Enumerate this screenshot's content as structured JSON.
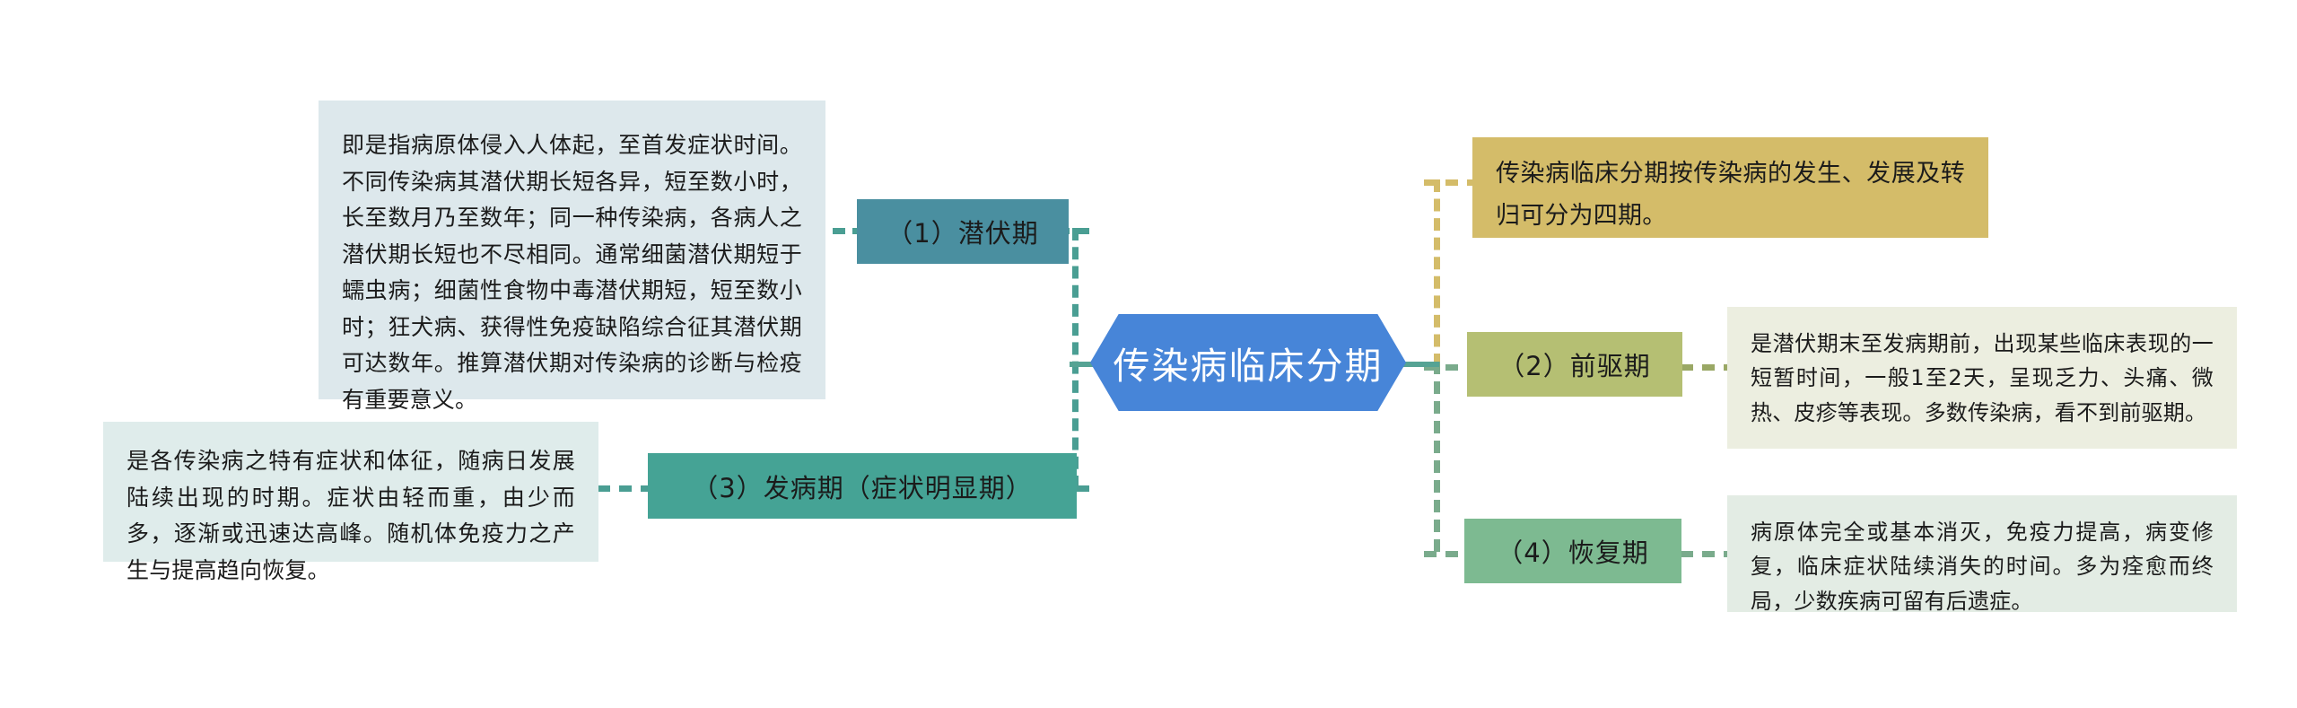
{
  "diagram": {
    "type": "mind-map",
    "center": {
      "label": "传染病临床分期",
      "color": "#4785d8"
    },
    "nodes": [
      {
        "id": "incubation",
        "label": "（1）潜伏期",
        "color": "#4a8fa0",
        "side": "left",
        "description": "即是指病原体侵入人体起，至首发症状时间。不同传染病其潜伏期长短各异，短至数小时，长至数月乃至数年；同一种传染病，各病人之潜伏期长短也不尽相同。通常细菌潜伏期短于蠕虫病；细菌性食物中毒潜伏期短，短至数小时；狂犬病、获得性免疫缺陷综合征其潜伏期可达数年。推算潜伏期对传染病的诊断与检疫有重要意义。",
        "description_color": "#dde8ec"
      },
      {
        "id": "onset",
        "label": "（3）发病期（症状明显期）",
        "color": "#45a395",
        "side": "left",
        "description": "是各传染病之特有症状和体征，随病日发展陆续出现的时期。症状由轻而重，由少而多，逐渐或迅速达高峰。随机体免疫力之产生与提高趋向恢复。",
        "description_color": "#dfeceb"
      },
      {
        "id": "prodromal",
        "label": "（2）前驱期",
        "color": "#b5bf73",
        "side": "right",
        "description": "是潜伏期末至发病期前，出现某些临床表现的一短暂时间，一般1至2天，呈现乏力、头痛、微热、皮疹等表现。多数传染病，看不到前驱期。",
        "description_color": "#eceee0"
      },
      {
        "id": "recovery",
        "label": "（4）恢复期",
        "color": "#7dba91",
        "side": "right",
        "description": "病原体完全或基本消灭，免疫力提高，病变修复，临床症状陆续消失的时间。多为痊愈而终局，少数疾病可留有后遗症。",
        "description_color": "#e3ece4"
      }
    ],
    "overview": {
      "text": "传染病临床分期按传染病的发生、发展及转归可分为四期。",
      "color": "#d4bc69"
    },
    "connector_colors": {
      "left_branch": "#4a9e93",
      "right_top_branch": "#d4bc69",
      "right_bottom_branch": "#7aab8c",
      "stem": "#55a394"
    }
  }
}
